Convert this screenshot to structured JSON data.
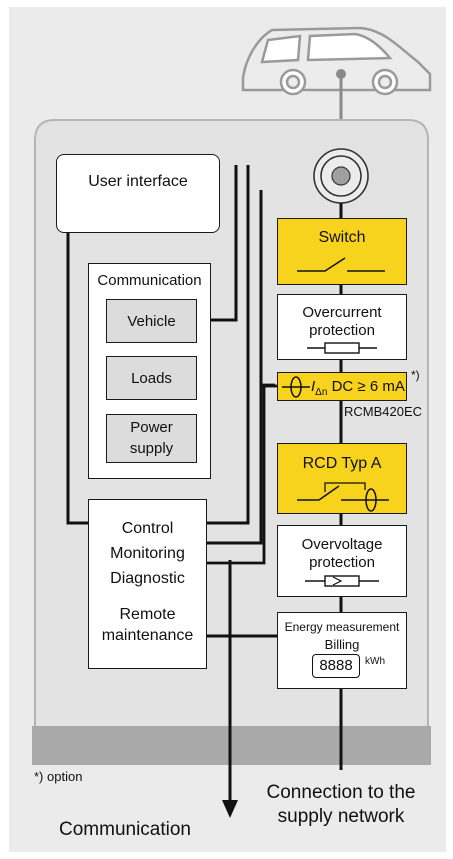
{
  "user_interface": "User interface",
  "communication_group": {
    "title": "Communication",
    "items": [
      "Vehicle",
      "Loads",
      "Power",
      "supply"
    ]
  },
  "control_box": [
    "Control",
    "Monitoring",
    "Diagnostic",
    "Remote",
    "maintenance"
  ],
  "chain": {
    "switch": "Switch",
    "overcurrent": [
      "Overcurrent",
      "protection"
    ],
    "rcmb": {
      "symbol": "I",
      "subscript": "Δn",
      "text": "DC ≥ 6 mA",
      "footnote": "*)",
      "model": "RCMB420EC"
    },
    "rcd": "RCD Typ A",
    "overvoltage": [
      "Overvoltage",
      "protection"
    ],
    "energy": {
      "line1": "Energy measurement",
      "line2": "Billing",
      "display": "8888",
      "unit": "kWh"
    }
  },
  "footnote": "*) option",
  "bottom_labels": {
    "communication": "Communication",
    "connection": [
      "Connection to the",
      "supply network"
    ]
  },
  "colors": {
    "yellow": "#f7d31d",
    "panel": "#e3e3e3",
    "base": "#a9a9a9",
    "line": "#1a1a1a"
  }
}
